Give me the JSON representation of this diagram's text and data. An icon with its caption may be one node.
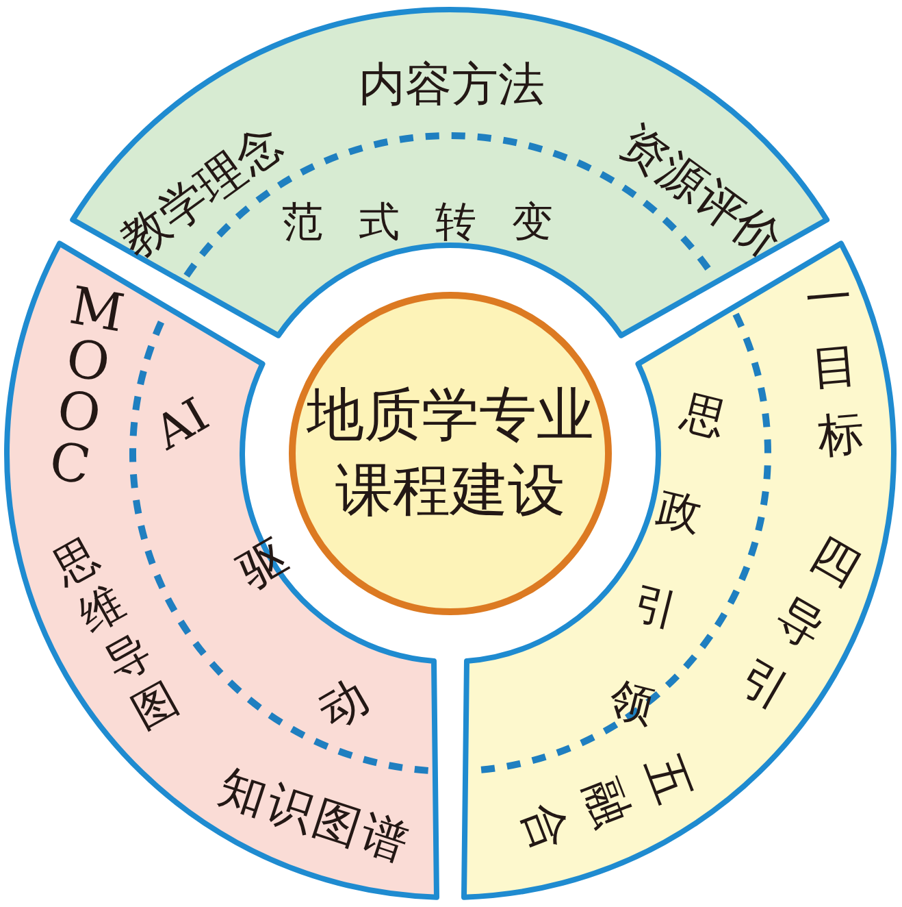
{
  "diagram": {
    "nodes": [
      {
        "text": [
          "地质学专业课程建设"
        ]
      },
      {
        "text": [
          "教学理念",
          "内容方法",
          "资源评价",
          "范式转变"
        ]
      },
      {
        "text": [
          "MOOC",
          "思维导图",
          "知识图谱",
          "AI驱动"
        ]
      },
      {
        "text": [
          "一目标",
          "四导引",
          "五融合",
          "思政引领"
        ]
      }
    ]
  }
}
